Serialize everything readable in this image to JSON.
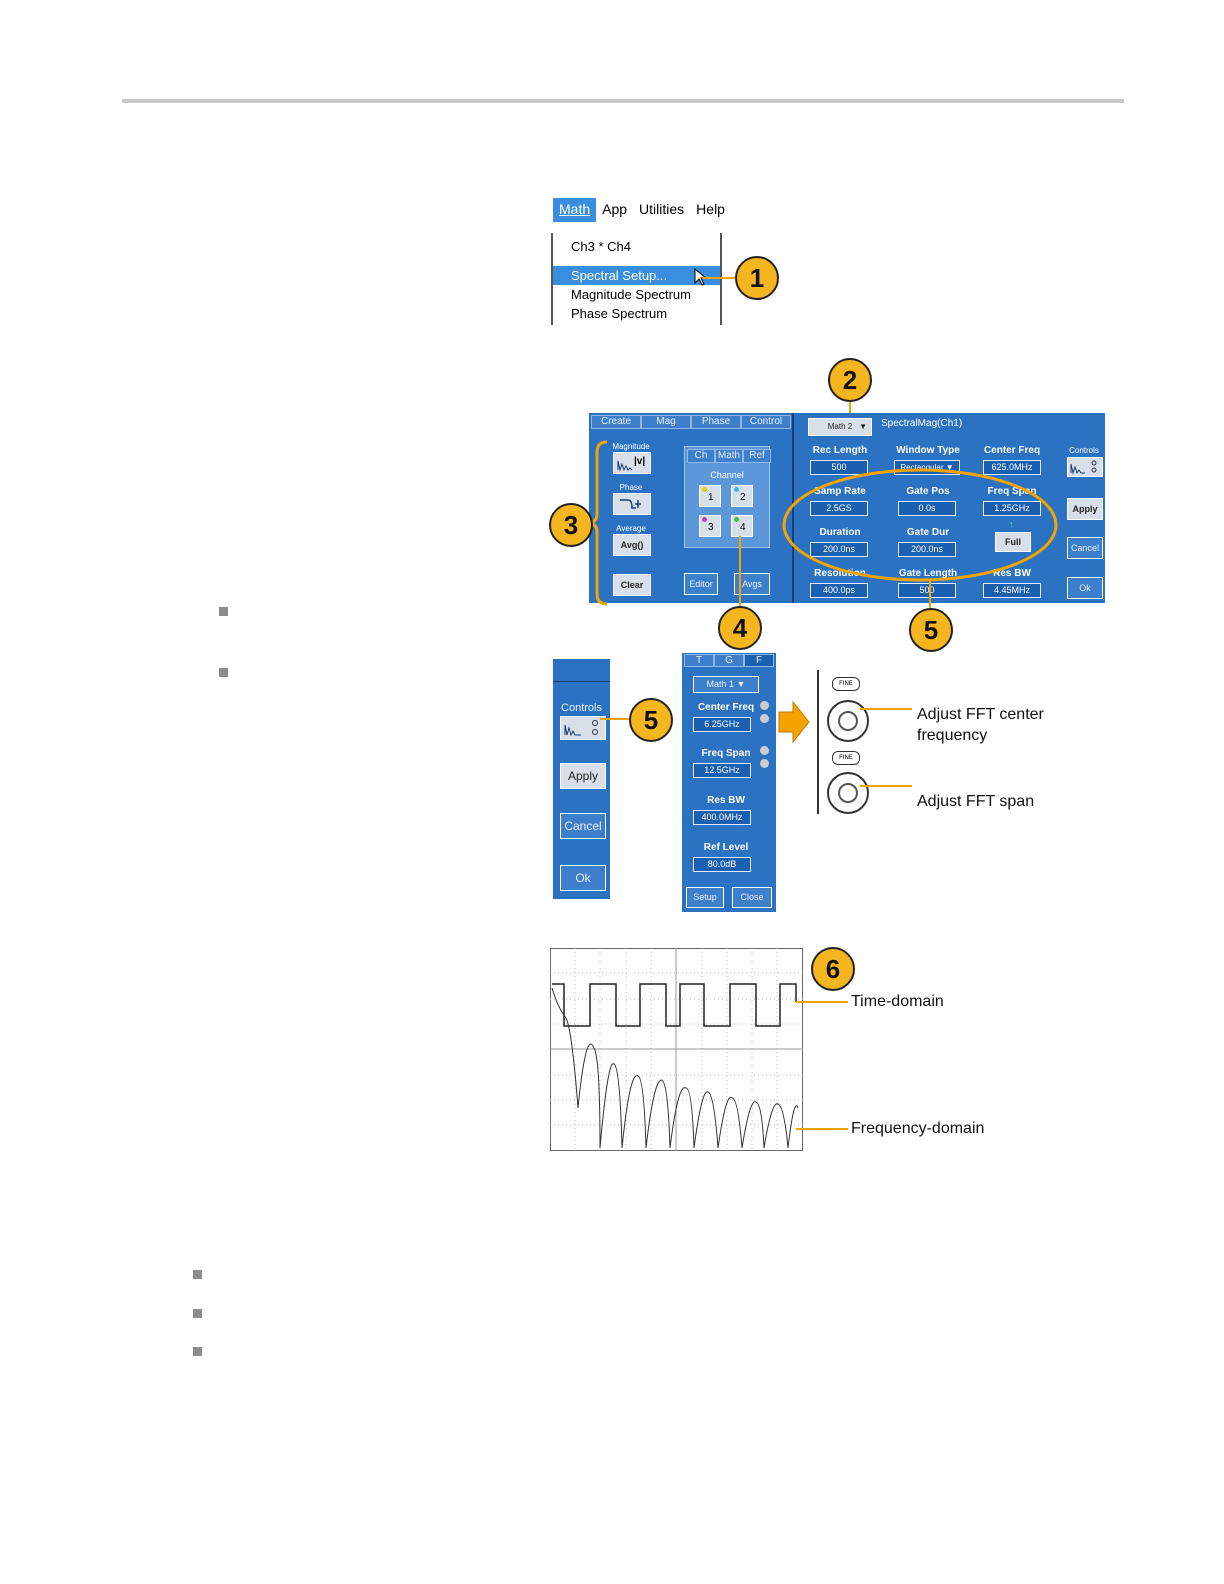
{
  "menu": {
    "bar": [
      "Math",
      "App",
      "Utilities",
      "Help"
    ],
    "items": [
      "Ch3 * Ch4",
      "Spectral Setup...",
      "Magnitude Spectrum",
      "Phase Spectrum"
    ]
  },
  "callouts": [
    "1",
    "2",
    "3",
    "4",
    "5",
    "5",
    "6"
  ],
  "spectral_panel": {
    "left_tabs": [
      "Create",
      "Mag",
      "Phase",
      "Control"
    ],
    "magnitude_label": "Magnitude",
    "magnitude_btn": "|v|",
    "phase_label": "Phase",
    "average_label": "Average",
    "avg_btn": "Avg()",
    "clear_btn": "Clear",
    "source_tabs": [
      "Ch",
      "Math",
      "Ref"
    ],
    "channel_label": "Channel",
    "channels": [
      "1",
      "2",
      "3",
      "4"
    ],
    "editor_btn": "Editor",
    "avgs_btn": "Avgs",
    "math_select": "Math 2",
    "expression": "SpectralMag(Ch1)",
    "rec_length_label": "Rec Length",
    "rec_length": "500",
    "window_type_label": "Window Type",
    "window_type": "Rectangular",
    "center_freq_label": "Center Freq",
    "center_freq": "625.0MHz",
    "samp_rate_label": "Samp Rate",
    "samp_rate": "2.5GS",
    "gate_pos_label": "Gate Pos",
    "gate_pos": "0.0s",
    "freq_span_label": "Freq Span",
    "freq_span": "1.25GHz",
    "duration_label": "Duration",
    "duration": "200.0ns",
    "gate_dur_label": "Gate Dur",
    "gate_dur": "200.0ns",
    "full_btn": "Full",
    "resolution_label": "Resolution",
    "resolution": "400.0ps",
    "gate_length_label": "Gate Length",
    "gate_length": "500",
    "res_bw_label": "Res BW",
    "res_bw": "4.45MHz",
    "controls_label": "Controls",
    "apply_btn": "Apply",
    "cancel_btn": "Cancel",
    "ok_btn": "Ok"
  },
  "side_panel": {
    "controls_label": "Controls",
    "apply_btn": "Apply",
    "cancel_btn": "Cancel",
    "ok_btn": "Ok"
  },
  "control_panel": {
    "tabs": [
      "T",
      "G",
      "F"
    ],
    "math_select": "Math 1",
    "center_freq_label": "Center Freq",
    "center_freq": "6.25GHz",
    "freq_span_label": "Freq Span",
    "freq_span": "12.5GHz",
    "res_bw_label": "Res BW",
    "res_bw": "400.0MHz",
    "ref_level_label": "Ref Level",
    "ref_level": "80.0dB",
    "setup_btn": "Setup",
    "close_btn": "Close"
  },
  "knobs": {
    "fine_label": "FINE",
    "center_label_line1": "Adjust FFT center",
    "center_label_line2": "frequency",
    "span_label": "Adjust FFT span"
  },
  "scope": {
    "time_domain_label": "Time-domain",
    "frequency_domain_label": "Frequency-domain"
  }
}
